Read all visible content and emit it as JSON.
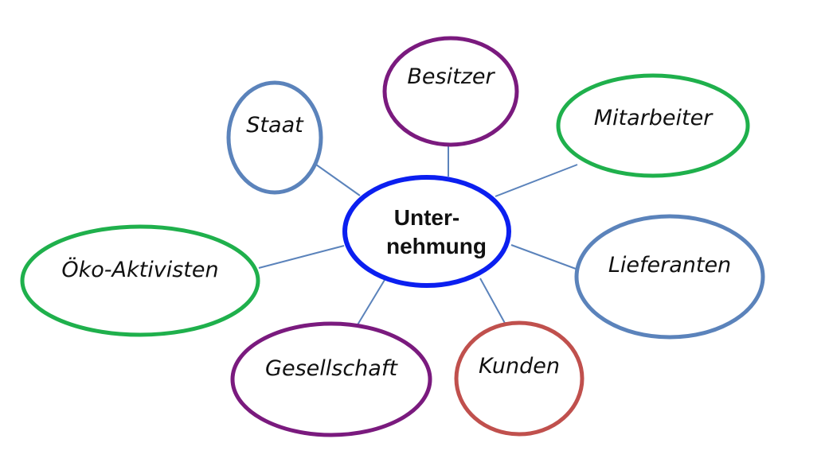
{
  "center": {
    "line1": "Unter-",
    "line2": "nehmung",
    "color": "#0b1ff0"
  },
  "nodes": {
    "besitzer": {
      "label": "Besitzer",
      "color": "#7a1a7e"
    },
    "staat": {
      "label": "Staat",
      "color": "#5b83bb"
    },
    "mitarbeiter": {
      "label": "Mitarbeiter",
      "color": "#1fb04c"
    },
    "lieferanten": {
      "label": "Lieferanten",
      "color": "#5b83bb"
    },
    "oeko": {
      "label": "Öko-Aktivisten",
      "color": "#1fb04c"
    },
    "gesellschaft": {
      "label": "Gesellschaft",
      "color": "#7a1a7e"
    },
    "kunden": {
      "label": "Kunden",
      "color": "#c0504d"
    }
  },
  "connector_color": "#5b83bb"
}
